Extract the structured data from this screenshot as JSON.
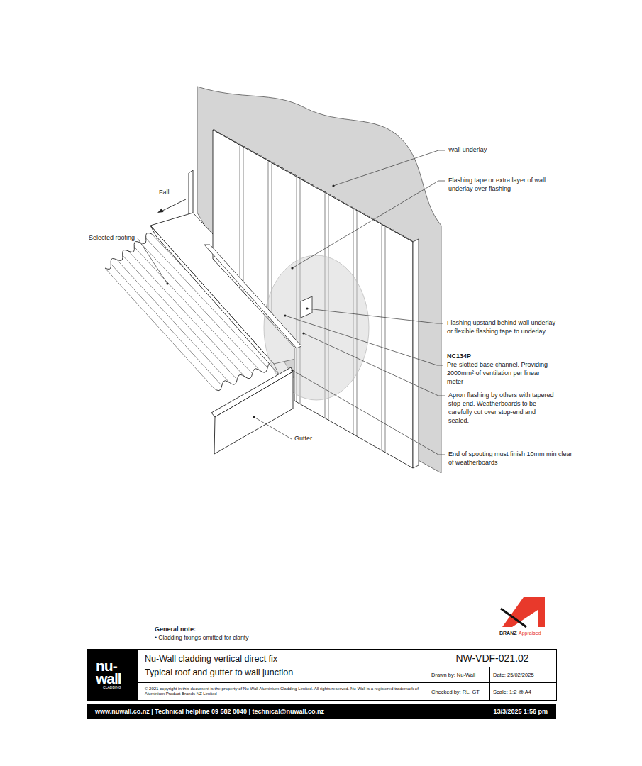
{
  "diagram": {
    "nodes": [
      {
        "text": [
          "nu-wall",
          "CLADDING"
        ]
      },
      {
        "text": [
          "Nu-Wall cladding vertical direct fix",
          "Typical roof and gutter to wall junction"
        ]
      },
      {
        "text": [
          "© 2021 copyright in this document is the property of Nu-Wall Aluminium Cladding Limited. All rights reserved. Nu-Wall is a registered trademark of Aluminium Product Brands NZ Limited"
        ]
      },
      {
        "text": [
          "NW-VDF-021.02"
        ]
      },
      {
        "text": [
          "Drawn by: Nu-Wall"
        ]
      },
      {
        "text": [
          "Date: 25/02/2025"
        ]
      },
      {
        "text": [
          "Checked by: RL, GT"
        ]
      },
      {
        "text": [
          "Scale: 1:2 @ A4"
        ]
      },
      {
        "text": [
          "www.nuwall.co.nz | Technical helpline 09 582 0040 | technical@nuwall.co.nz",
          "13/3/2025 1:56 pm"
        ]
      }
    ],
    "labels": [
      "Wall underlay",
      "Flashing tape or extra layer of wall underlay over flashing",
      "Fall",
      "Selected roofing",
      "Flashing upstand behind wall underlay or flexible flashing tape to underlay",
      "NC134P",
      "Pre-slotted base channel. Providing 2000mm² of ventilation per linear meter",
      "Apron flashing by others with tapered stop-end. Weatherboards to be carefully cut over stop-end and sealed.",
      "Gutter",
      "End of spouting must finish 10mm min clear of weatherboards",
      "General note:",
      "• Cladding fixings omitted for clarity",
      "BRANZ",
      "Appraised"
    ]
  }
}
